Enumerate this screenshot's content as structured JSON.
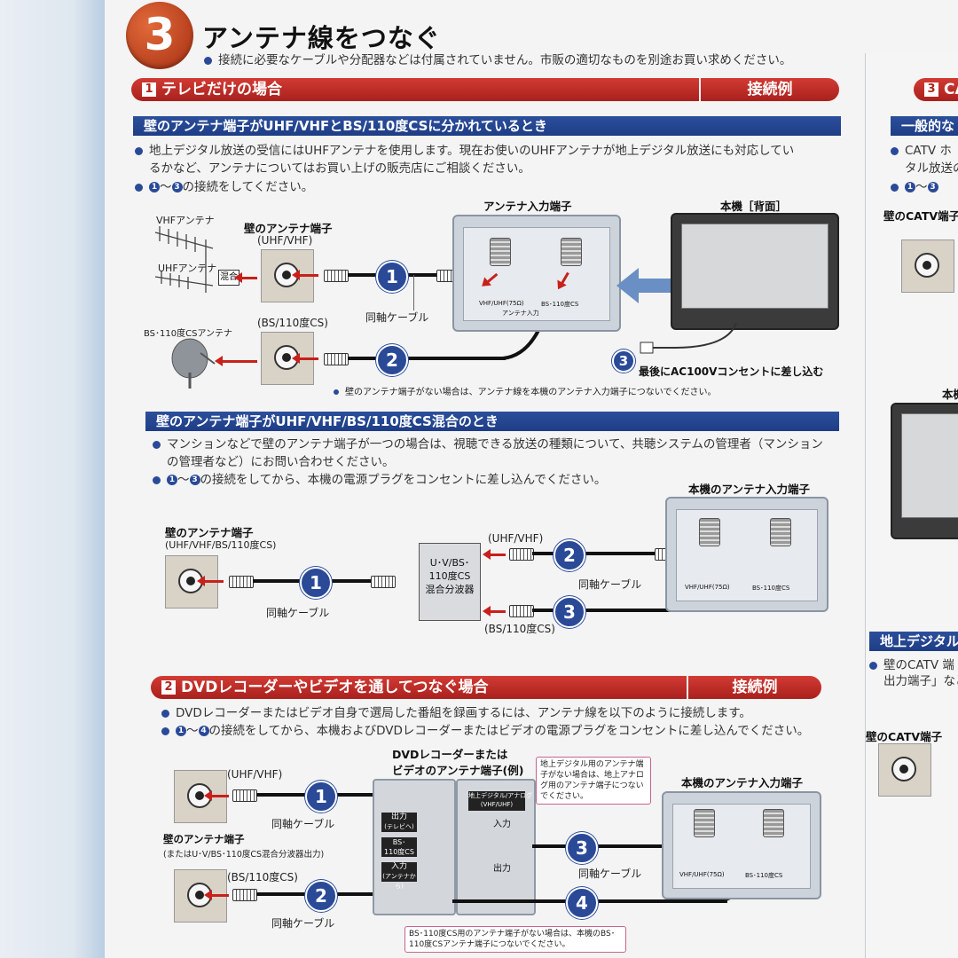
{
  "header": {
    "step_number": "3",
    "title": "アンテナ線をつなぐ",
    "notice": "接続に必要なケーブルや分配器などは付属されていません。市販の適切なものを別途お買い求めください。"
  },
  "section1": {
    "number": "1",
    "title": "テレビだけの場合",
    "tag": "接続例",
    "case1": {
      "heading": "壁のアンテナ端子がUHF/VHFとBS/110度CSに分かれているとき",
      "bullet1_line1": "地上デジタル放送の受信にはUHFアンテナを使用します。現在お使いのUHFアンテナが地上デジタル放送にも対応してい",
      "bullet1_line2": "るかなど、アンテナについてはお買い上げの販売店にご相談ください。",
      "bullet2_start": "1",
      "bullet2_end": "3",
      "bullet2_text": "の接続をしてください。",
      "labels": {
        "vhf_antenna": "VHFアンテナ",
        "uhf_antenna": "UHFアンテナ",
        "mix": "混合",
        "bs_antenna": "BS･110度CSアンテナ",
        "wall_terminal": "壁のアンテナ端子",
        "uhf_vhf": "(UHF/VHF)",
        "bs110": "(BS/110度CS)",
        "coax": "同軸ケーブル",
        "antenna_input": "アンテナ入力端子",
        "unit_back": "本機［背面］",
        "step3_text": "最後にAC100Vコンセントに差し込む",
        "note": "壁のアンテナ端子がない場合は、アンテナ線を本機のアンテナ入力端子につないでください。",
        "port_vhf": "VHF/UHF(75Ω)",
        "port_bs": "BS･110度CS",
        "port_sub": "アンテナ入力"
      },
      "badges": [
        "1",
        "2",
        "3"
      ]
    },
    "case2": {
      "heading": "壁のアンテナ端子がUHF/VHF/BS/110度CS混合のとき",
      "bullet1_line1": "マンションなどで壁のアンテナ端子が一つの場合は、視聴できる放送の種類について、共聴システムの管理者（マンション",
      "bullet1_line2": "の管理者など）にお問い合わせください。",
      "bullet2_text": "の接続をしてから、本機の電源プラグをコンセントに差し込んでください。",
      "labels": {
        "wall_terminal": "壁のアンテナ端子",
        "wall_sub": "(UHF/VHF/BS/110度CS)",
        "splitter": "U･V/BS･\n110度CS\n混合分波器",
        "uhf_vhf": "(UHF/VHF)",
        "bs110": "(BS/110度CS)",
        "coax": "同軸ケーブル",
        "unit_input": "本機のアンテナ入力端子"
      },
      "badges": [
        "1",
        "2",
        "3"
      ]
    }
  },
  "section2": {
    "number": "2",
    "title": "DVDレコーダーやビデオを通してつなぐ場合",
    "tag": "接続例",
    "bullet1": "DVDレコーダーまたはビデオ自身で選局した番組を録画するには、アンテナ線を以下のように接続します。",
    "bullet2_start": "1",
    "bullet2_end": "4",
    "bullet2_text": "の接続をしてから、本機およびDVDレコーダーまたはビデオの電源プラグをコンセントに差し込んでください。",
    "labels": {
      "uhf_vhf": "(UHF/VHF)",
      "coax": "同軸ケーブル",
      "wall_terminal": "壁のアンテナ端子",
      "wall_sub": "(またはU･V/BS･110度CS混合分波器出力)",
      "bs110": "(BS/110度CS)",
      "dvd_title_line1": "DVDレコーダーまたは",
      "dvd_title_line2": "ビデオのアンテナ端子(例)",
      "note_top": "地上デジタル用のアンテナ端子がない場合は、地上アナログ用のアンテナ端子につないでください。",
      "unit_input": "本機のアンテナ入力端子",
      "out": "出力",
      "out_sub": "(テレビへ)",
      "in": "入力",
      "in_sub": "(アンテナから)",
      "bs_box": "BS･\n110度CS",
      "dig_box": "地上デジタル/アナログ\n(VHF/UHF)",
      "note_bottom": "BS･110度CS用のアンテナ端子がない場合は、本機のBS･110度CSアンテナ端子につないでください。"
    },
    "badges": [
      "1",
      "2",
      "3",
      "4"
    ]
  },
  "section3_partial": {
    "number": "3",
    "title": "CA",
    "heading": "一般的な",
    "line1": "CATV ホ",
    "line2": "タル放送の",
    "line3": "～",
    "wall": "壁のCATV端子",
    "unit": "本機",
    "bar2": "地上デジタル",
    "bul2a": "壁のCATV 端",
    "bul2b": "出力端子」など",
    "wall2": "壁のCATV端子"
  },
  "colors": {
    "accent_red": "#b8281f",
    "accent_blue": "#2a4a98",
    "background": "#f3f4f3"
  }
}
